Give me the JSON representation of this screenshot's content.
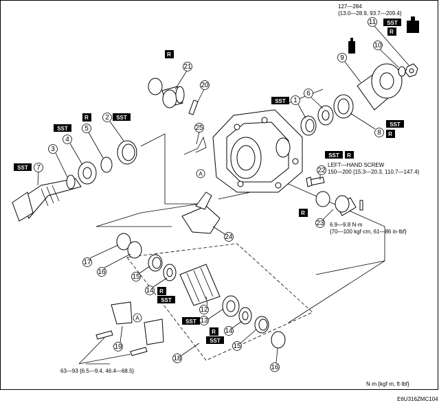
{
  "parts": [
    {
      "id": "1",
      "num": "1"
    },
    {
      "id": "2",
      "num": "2"
    },
    {
      "id": "3",
      "num": "3"
    },
    {
      "id": "4",
      "num": "4"
    },
    {
      "id": "5",
      "num": "5"
    },
    {
      "id": "6",
      "num": "6"
    },
    {
      "id": "7",
      "num": "7"
    },
    {
      "id": "8",
      "num": "8"
    },
    {
      "id": "9",
      "num": "9"
    },
    {
      "id": "10",
      "num": "10"
    },
    {
      "id": "11",
      "num": "11"
    },
    {
      "id": "12",
      "num": "12"
    },
    {
      "id": "13",
      "num": "13"
    },
    {
      "id": "14a",
      "num": "14"
    },
    {
      "id": "14b",
      "num": "14"
    },
    {
      "id": "15a",
      "num": "15"
    },
    {
      "id": "15b",
      "num": "15"
    },
    {
      "id": "16a",
      "num": "16"
    },
    {
      "id": "16b",
      "num": "16"
    },
    {
      "id": "17",
      "num": "17"
    },
    {
      "id": "18",
      "num": "18"
    },
    {
      "id": "19",
      "num": "19"
    },
    {
      "id": "20",
      "num": "20"
    },
    {
      "id": "21",
      "num": "21"
    },
    {
      "id": "22",
      "num": "22"
    },
    {
      "id": "23",
      "num": "23"
    },
    {
      "id": "24",
      "num": "24"
    },
    {
      "id": "25",
      "num": "25"
    }
  ],
  "badges": {
    "sst": "SST",
    "r": "R"
  },
  "refs": {
    "a": "A"
  },
  "torque": {
    "nut_top_line1": "127—284",
    "nut_top_line2": "{13.0—28.9, 93.7—209.4}",
    "left_hand_screw": "LEFT—HAND SCREW",
    "left_hand_values": "150—200 {15.3—20.3, 110.7—147.4}",
    "bolt_line1": "6.9—9.8 N·m",
    "bolt_line2": "{70—100 kgf·cm, 61—86 in·lbf}",
    "cap_bolts": "63—93 {6.5—9.4, 46.4—68.5}",
    "units": "N·m {kgf·m, ft·lbf}"
  },
  "figure_code": "E6U316ZMC104"
}
